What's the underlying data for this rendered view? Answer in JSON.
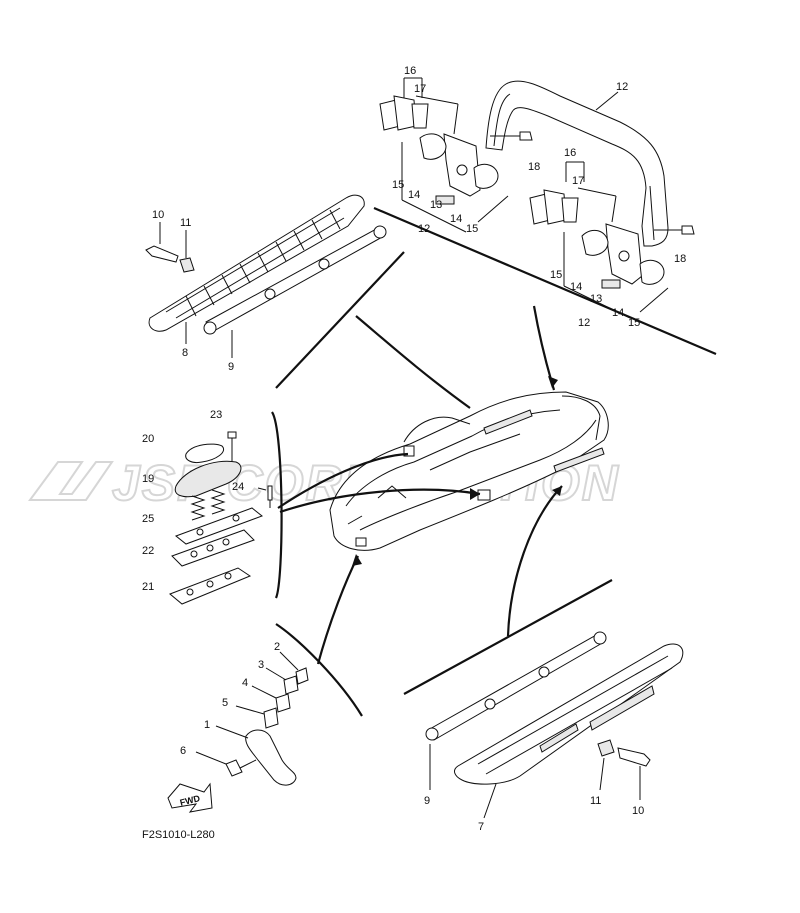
{
  "diagram": {
    "reference_code": "F2S1010-L280",
    "watermark": "JSP CORPORATION",
    "watermark_mark": "J",
    "fwd_label": "FWD",
    "callouts": [
      {
        "id": "c16a",
        "label": "16"
      },
      {
        "id": "c17a",
        "label": "17"
      },
      {
        "id": "c12a",
        "label": "12"
      },
      {
        "id": "c18a",
        "label": "18"
      },
      {
        "id": "c15a",
        "label": "15"
      },
      {
        "id": "c14a",
        "label": "14"
      },
      {
        "id": "c13a",
        "label": "13"
      },
      {
        "id": "c12b",
        "label": "12"
      },
      {
        "id": "c14b",
        "label": "14"
      },
      {
        "id": "c15b",
        "label": "15"
      },
      {
        "id": "c16b",
        "label": "16"
      },
      {
        "id": "c17b",
        "label": "17"
      },
      {
        "id": "c18b",
        "label": "18"
      },
      {
        "id": "c15c",
        "label": "15"
      },
      {
        "id": "c14c",
        "label": "14"
      },
      {
        "id": "c13b",
        "label": "13"
      },
      {
        "id": "c12c",
        "label": "12"
      },
      {
        "id": "c14d",
        "label": "14"
      },
      {
        "id": "c15d",
        "label": "15"
      },
      {
        "id": "c10a",
        "label": "10"
      },
      {
        "id": "c11a",
        "label": "11"
      },
      {
        "id": "c8",
        "label": "8"
      },
      {
        "id": "c9a",
        "label": "9"
      },
      {
        "id": "c23",
        "label": "23"
      },
      {
        "id": "c20",
        "label": "20"
      },
      {
        "id": "c19",
        "label": "19"
      },
      {
        "id": "c24",
        "label": "24"
      },
      {
        "id": "c25",
        "label": "25"
      },
      {
        "id": "c22",
        "label": "22"
      },
      {
        "id": "c21",
        "label": "21"
      },
      {
        "id": "c2",
        "label": "2"
      },
      {
        "id": "c3",
        "label": "3"
      },
      {
        "id": "c4",
        "label": "4"
      },
      {
        "id": "c5",
        "label": "5"
      },
      {
        "id": "c1",
        "label": "1"
      },
      {
        "id": "c6",
        "label": "6"
      },
      {
        "id": "c9b",
        "label": "9"
      },
      {
        "id": "c11b",
        "label": "11"
      },
      {
        "id": "c10b",
        "label": "10"
      },
      {
        "id": "c7",
        "label": "7"
      }
    ]
  }
}
